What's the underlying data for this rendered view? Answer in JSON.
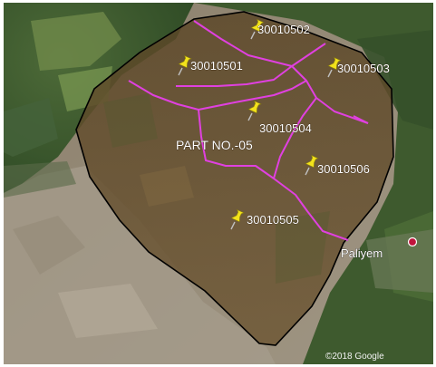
{
  "map": {
    "part_label": "PART NO.-05",
    "place_label": "Paliyem",
    "copyright": "©2018 Google",
    "colors": {
      "boundary": "#000000",
      "sub_boundary": "#e040e0",
      "pin": "#f2e21b",
      "place_marker": "#c0143c"
    },
    "plots": [
      {
        "id": "30010502",
        "icon": "pushpin-icon"
      },
      {
        "id": "30010501",
        "icon": "pushpin-icon"
      },
      {
        "id": "30010503",
        "icon": "pushpin-icon"
      },
      {
        "id": "30010504",
        "icon": "pushpin-icon"
      },
      {
        "id": "30010506",
        "icon": "pushpin-icon"
      },
      {
        "id": "30010505",
        "icon": "pushpin-icon"
      }
    ]
  }
}
